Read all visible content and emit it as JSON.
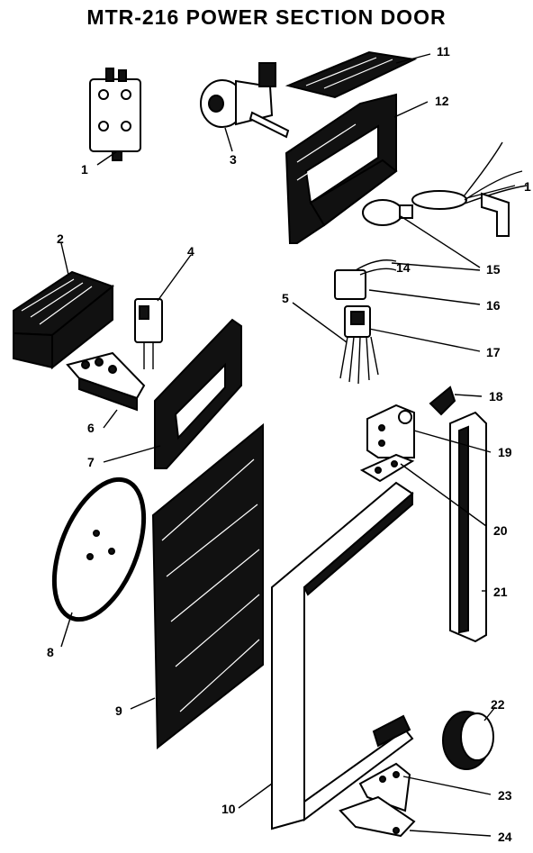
{
  "title": "MTR-216 POWER SECTION DOOR",
  "colors": {
    "ink": "#000000",
    "paper": "#ffffff"
  },
  "callouts": [
    {
      "id": "1a",
      "text": "1"
    },
    {
      "id": "1b",
      "text": "1"
    },
    {
      "id": "2",
      "text": "2"
    },
    {
      "id": "3",
      "text": "3"
    },
    {
      "id": "4",
      "text": "4"
    },
    {
      "id": "5",
      "text": "5"
    },
    {
      "id": "6",
      "text": "6"
    },
    {
      "id": "7",
      "text": "7"
    },
    {
      "id": "8",
      "text": "8"
    },
    {
      "id": "9",
      "text": "9"
    },
    {
      "id": "10",
      "text": "10"
    },
    {
      "id": "11",
      "text": "11"
    },
    {
      "id": "12",
      "text": "12"
    },
    {
      "id": "14",
      "text": "14"
    },
    {
      "id": "15",
      "text": "15"
    },
    {
      "id": "16",
      "text": "16"
    },
    {
      "id": "17",
      "text": "17"
    },
    {
      "id": "18",
      "text": "18"
    },
    {
      "id": "19",
      "text": "19"
    },
    {
      "id": "20",
      "text": "20"
    },
    {
      "id": "21",
      "text": "21"
    },
    {
      "id": "22",
      "text": "22"
    },
    {
      "id": "23",
      "text": "23"
    },
    {
      "id": "24",
      "text": "24"
    }
  ]
}
